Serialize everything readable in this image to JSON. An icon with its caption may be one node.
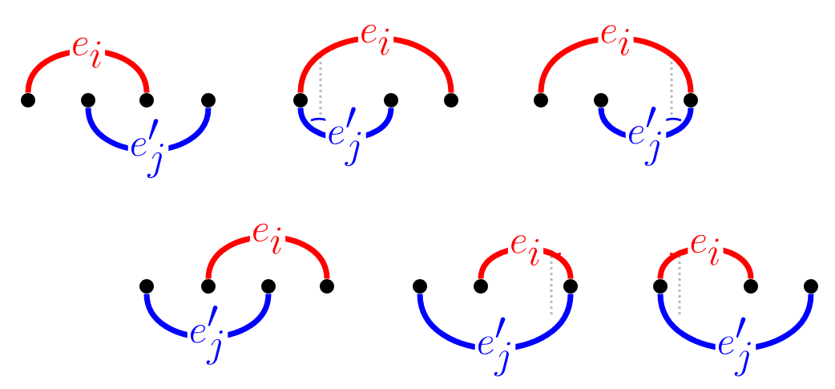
{
  "diagram": {
    "nodes": [
      {
        "text": [],
        "shape": "circle"
      },
      {
        "text": [],
        "shape": "circle"
      },
      {
        "text": [],
        "shape": "circle"
      },
      {
        "text": [],
        "shape": "circle"
      },
      {
        "text": [],
        "shape": "circle"
      },
      {
        "text": [],
        "shape": "circle"
      },
      {
        "text": [],
        "shape": "circle"
      },
      {
        "text": [],
        "shape": "circle"
      },
      {
        "text": [],
        "shape": "circle"
      },
      {
        "text": [],
        "shape": "circle"
      },
      {
        "text": [],
        "shape": "circle"
      },
      {
        "text": [],
        "shape": "circle"
      },
      {
        "text": [],
        "shape": "circle"
      },
      {
        "text": [],
        "shape": "circle"
      },
      {
        "text": [],
        "shape": "circle"
      },
      {
        "text": [],
        "shape": "circle"
      },
      {
        "text": [],
        "shape": "circle"
      },
      {
        "text": [],
        "shape": "circle"
      },
      {
        "text": [],
        "shape": "circle"
      },
      {
        "text": [],
        "shape": "circle"
      }
    ],
    "edges": [
      {
        "from": 0,
        "to": 2,
        "arrow": "none",
        "label": "e_i",
        "color": "#ff0000"
      },
      {
        "from": 1,
        "to": 3,
        "arrow": "none",
        "label": "e'_j",
        "color": "#0000ff"
      },
      {
        "from": 4,
        "to": 6,
        "arrow": "none",
        "label": "e_i",
        "color": "#ff0000"
      },
      {
        "from": 4,
        "to": 5,
        "arrow": "none",
        "label": "e'_j",
        "color": "#0000ff"
      },
      {
        "from": 7,
        "to": 9,
        "arrow": "none",
        "label": "e_i",
        "color": "#ff0000"
      },
      {
        "from": 8,
        "to": 9,
        "arrow": "none",
        "label": "e'_j",
        "color": "#0000ff"
      },
      {
        "from": 11,
        "to": 13,
        "arrow": "none",
        "label": "e_i",
        "color": "#ff0000"
      },
      {
        "from": 10,
        "to": 12,
        "arrow": "none",
        "label": "e'_j",
        "color": "#0000ff"
      },
      {
        "from": 15,
        "to": 16,
        "arrow": "none",
        "label": "e_i",
        "color": "#ff0000"
      },
      {
        "from": 14,
        "to": 16,
        "arrow": "none",
        "label": "e'_j",
        "color": "#0000ff"
      },
      {
        "from": 17,
        "to": 18,
        "arrow": "none",
        "label": "e_i",
        "color": "#ff0000"
      },
      {
        "from": 17,
        "to": 19,
        "arrow": "none",
        "label": "e'_j",
        "color": "#0000ff"
      }
    ]
  }
}
